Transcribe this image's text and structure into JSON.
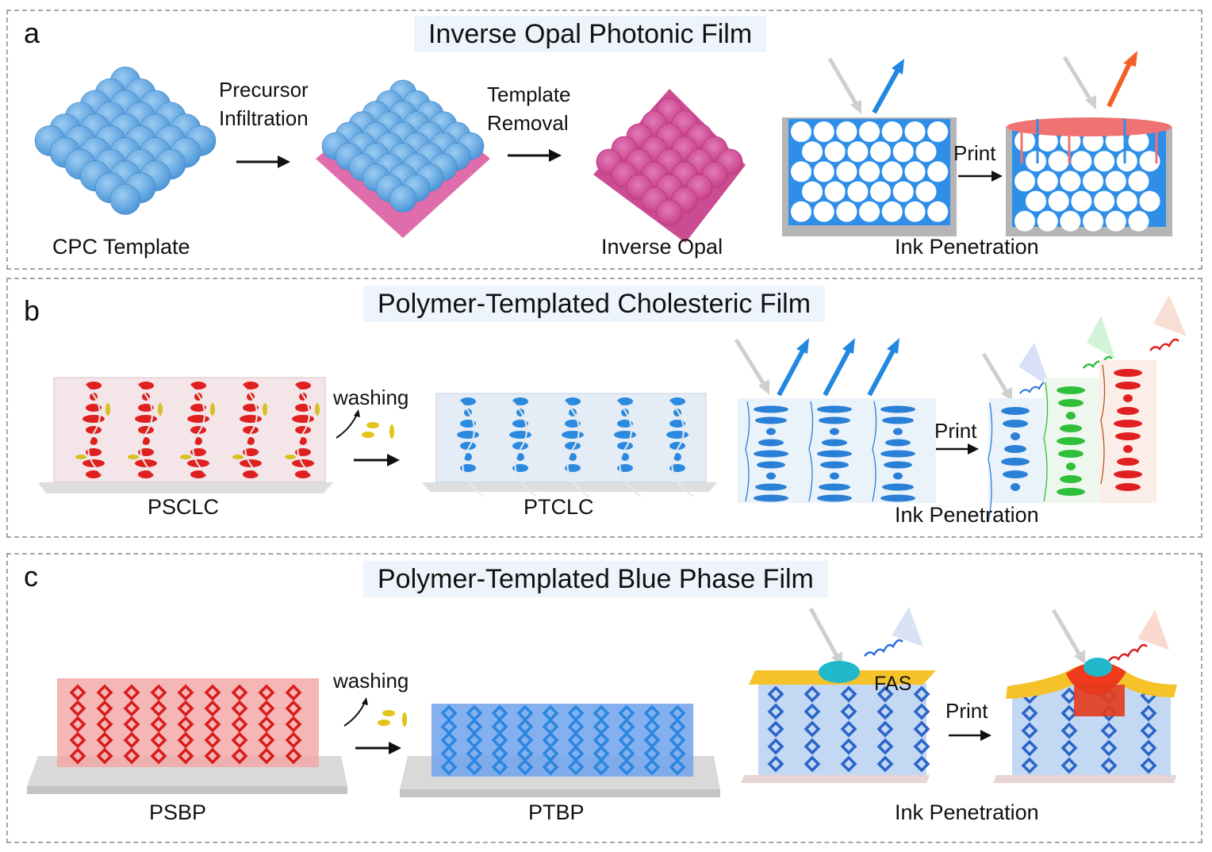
{
  "figure": {
    "panels": [
      {
        "letter": "a",
        "title": "Inverse Opal Photonic Film",
        "steps": [
          "Precursor",
          "Infiltration"
        ],
        "step2": [
          "Template",
          "Removal"
        ],
        "labels": {
          "template": "CPC Template",
          "inverse_opal": "Inverse Opal",
          "print": "Print",
          "ink_penetration": "Ink Penetration"
        },
        "colors": {
          "sphere": "#6aaee6",
          "matrix": "#d9539c",
          "film_blue": "#2f8ee8",
          "reflect_blue": "#2287e0",
          "reflect_orange": "#f2612a",
          "ink": "#f07272"
        }
      },
      {
        "letter": "b",
        "title": "Polymer-Templated Cholesteric Film",
        "labels": {
          "washing": "washing",
          "pslc": "PSCLC",
          "ptlc": "PTCLC",
          "print": "Print",
          "ink_penetration": "Ink Penetration"
        },
        "colors": {
          "mesogen_red": "#e02020",
          "mesogen_blue": "#2a8ae0",
          "mesogen_green": "#2fbf3a",
          "dopant": "#d8c020"
        }
      },
      {
        "letter": "c",
        "title": "Polymer-Templated Blue Phase Film",
        "labels": {
          "washing": "washing",
          "psbp": "PSBP",
          "ptbp": "PTBP",
          "fas": "FAS",
          "print": "Print",
          "ink_penetration": "Ink Penetration"
        },
        "colors": {
          "bp_red": "#e02525",
          "bp_blue": "#2a86e0",
          "fas_yellow": "#f5c22a",
          "droplet": "#22b8cc"
        }
      }
    ]
  }
}
